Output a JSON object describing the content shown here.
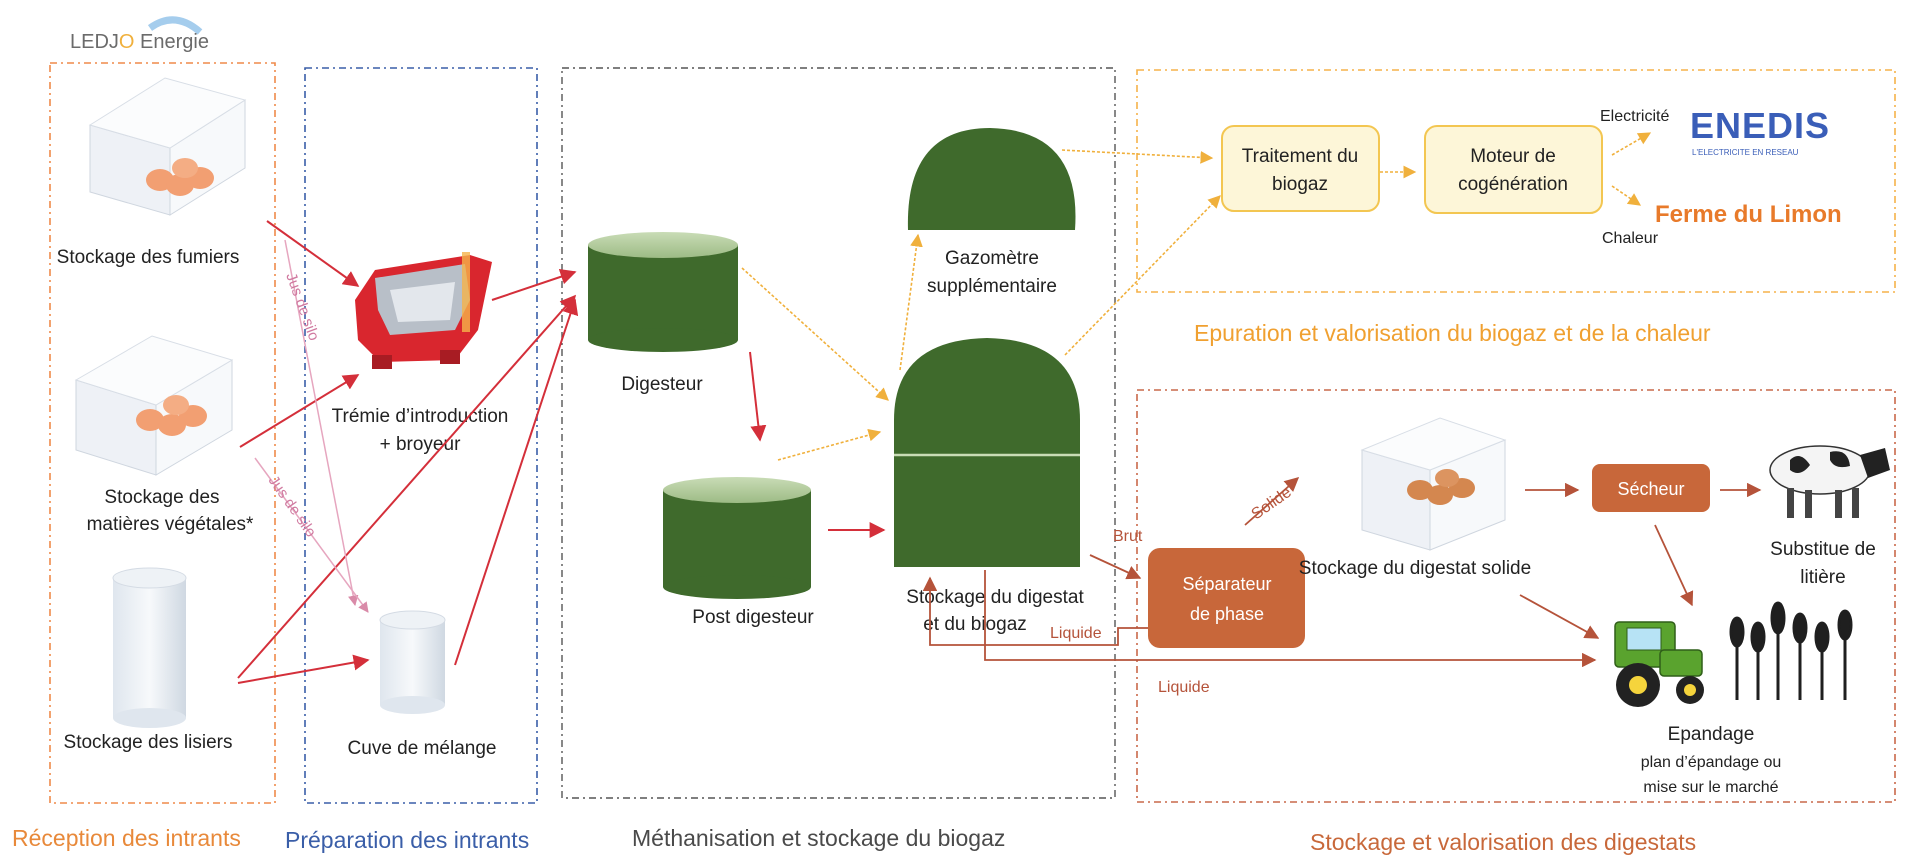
{
  "logo": {
    "text_a": "LEDJ",
    "text_o": "O",
    "text_b": " Energie"
  },
  "sections": {
    "reception": "Réception des intrants",
    "preparation": "Préparation des intrants",
    "methanisation": "Méthanisation et stockage du biogaz",
    "epuration": "Epuration et valorisation du biogaz et de la chaleur",
    "digestats": "Stockage et valorisation des digestats"
  },
  "nodes": {
    "fumiers": "Stockage des fumiers",
    "vegetales_1": "Stockage des",
    "vegetales_2": "matières végétales*",
    "lisiers": "Stockage des lisiers",
    "tremie_1": "Trémie d’introduction",
    "tremie_2": "+ broyeur",
    "cuve": "Cuve de mélange",
    "digesteur": "Digesteur",
    "post_digesteur": "Post digesteur",
    "gazometre_1": "Gazomètre",
    "gazometre_2": "supplémentaire",
    "stockage_digestat_1": "Stockage du digestat",
    "stockage_digestat_2": "et du biogaz",
    "traitement_1": "Traitement du",
    "traitement_2": "biogaz",
    "moteur_1": "Moteur de",
    "moteur_2": "cogénération",
    "separateur_1": "Séparateur",
    "separateur_2": "de phase",
    "stockage_solide": "Stockage du digestat solide",
    "secheur": "Sécheur",
    "substitut_1": "Substitue de",
    "substitut_2": "litière",
    "epandage_1": "Epandage",
    "epandage_2": "plan d’épandage ou",
    "epandage_3": "mise sur le marché"
  },
  "edge_labels": {
    "jus_silo_1": "Jus de silo",
    "jus_silo_2": "Jus de silo",
    "electricite": "Electricité",
    "chaleur": "Chaleur",
    "brut": "Brut",
    "solide": "Solide",
    "liquide_1": "Liquide",
    "liquide_2": "Liquide"
  },
  "brands": {
    "enedis": "ENEDIS",
    "enedis_tagline": "L'ELECTRICITE EN RESEAU",
    "ferme": "Ferme du Limon"
  },
  "colors": {
    "red_arrow": "#d42f3a",
    "orange_arrow": "#f0b03c",
    "brown_arrow": "#b5533a",
    "tank_green": "#3f6a2c",
    "orange_title": "#e8893a",
    "blue_title": "#3a5ea8",
    "yellow_box": "#fdf6d8",
    "separator_fill": "#c8673a"
  }
}
